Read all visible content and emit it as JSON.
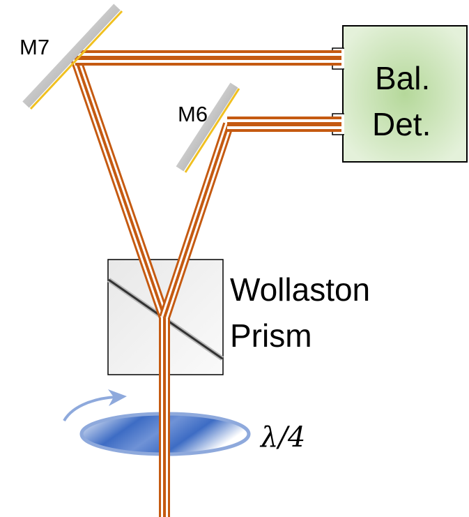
{
  "labels": {
    "m7": "M7",
    "m6": "M6",
    "detector_line1": "Bal.",
    "detector_line2": "Det.",
    "prism_line1": "Wollaston",
    "prism_line2": "Prism",
    "waveplate": "λ/4"
  },
  "colors": {
    "beam": "#c55a11",
    "mirror_coating": "#f0c020",
    "detector_fill": "#c8e2b4",
    "waveplate": "#3d6cc4",
    "waveplate_rim": "#8ea9dc"
  }
}
